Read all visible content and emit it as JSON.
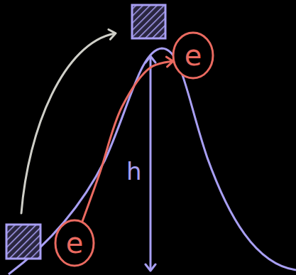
{
  "diagram": {
    "nodes": [
      {
        "text": [
          "e"
        ]
      },
      {
        "text": [
          "e"
        ]
      }
    ],
    "edges": [
      {
        "from": 1,
        "to": 0,
        "arrow": "to"
      }
    ],
    "labels": [
      "h"
    ]
  }
}
